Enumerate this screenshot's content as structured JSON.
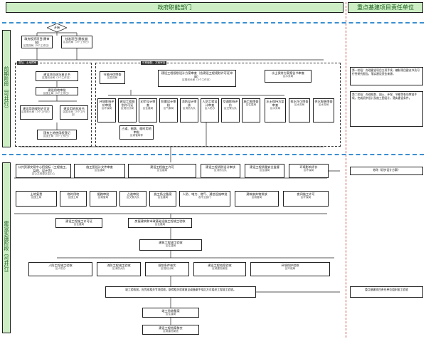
{
  "header": {
    "gov": "政府职能部门",
    "owner": "重点基建项目责任单位"
  },
  "phases": {
    "pre": "前期阶段（可并行）",
    "build": "建设实施阶段（可并行）"
  },
  "start": "开始",
  "top": {
    "b1": "政府投资项目(需审批)",
    "b1s": "区发改局（5个工作日）",
    "b2": "核准项目(需核准)",
    "b2s": "区发改局（3个工作日）"
  },
  "left_group": {
    "tag": "选址、土地预审",
    "b1": "建设项目选址意见书",
    "b1s": "区规划分局（3个工作日）",
    "b2": "建设用地审批",
    "b2s": "区国土局（5个工作日）",
    "b3": "建设用地规划许可证",
    "b3s": "区规划分局（3个工作日）",
    "b4": "建设用地批准书",
    "b4s": "区国土局（3个工作日）",
    "b5": "国有土地使用权登记",
    "b5s": "区国土局（5个工作日）"
  },
  "right_group": {
    "tag": "可研编制、方案审查",
    "b1": "节能评估审查",
    "b1s": "区发改局",
    "b2": "建设工程规划设计方案审查（含建设工程规划许可证申请）",
    "b2s": "区规划分局（5个工作日）",
    "b3": "水土保持方案报告书审查",
    "b3s": "区水务局",
    "c": [
      "环境影响评价审批",
      "建设工程规划许可证",
      "初步设计审查",
      "防雷设计审核",
      "消防设计审核",
      "人防工程设计审查",
      "交通影响评价",
      "施工图审查"
    ],
    "cs": [
      "区环保局",
      "区规划分局",
      "区住建局",
      "区气象局",
      "区消防大队",
      "区人防办",
      "区交警大队",
      "区住建局"
    ],
    "mid": "占道、掘路、临时用地审批",
    "mids": "区城管局等",
    "d": [
      "水土保持方案审查",
      "排水许可审查",
      "供水报装审查"
    ],
    "ds": [
      "区水务局",
      "区水务局",
      "区水务局"
    ]
  },
  "owner_notes": {
    "n1": "第一阶段：办理建设项目立项手续，编制项目建议书及可行性研究报告，落实建设资金来源。",
    "n2": "第二阶段：办理规划、国土、环保、节能等各项审批手续，完成初步设计及施工图设计，落实建设条件。"
  },
  "build": {
    "r1": [
      "公共资源交易中心招投标（工程施工、监理、设计等）",
      "施工图设计文件审查",
      "建设工程施工许可",
      "建设工程消防设计审核",
      "建设工程质量安全监督",
      "环境影响评价"
    ],
    "r1s": [
      "区公共资源交易中心",
      "区住建局",
      "区住建局",
      "区消防大队",
      "区住建局",
      "区环保局"
    ],
    "note1": "修改《初步设计方案》",
    "r2": [
      "土地复垦",
      "临时用地",
      "掘路审批",
      "占道审批",
      "施工扬尘备案",
      "人防、电力、燃气、通信设施审批",
      "建筑废弃物排放",
      "夜间施工许可"
    ],
    "r2s": [
      "区国土局",
      "区国土局",
      "区城管局",
      "区交警大队",
      "区住建局",
      "各专业部门",
      "区城管局",
      "区环保局"
    ],
    "m1": "建设工程施工许可证",
    "m1s": "区住建局",
    "m2": "房屋建筑和市政基础设施工程竣工验收",
    "m2s": "区住建局",
    "acc": "建筑工程竣工验收",
    "accs": "区住建局",
    "r3": [
      "人防工程竣工验收",
      "消防工程竣工验收",
      "规划条件核实",
      "建设工程档案验收",
      "环境保护验收"
    ],
    "r3s": [
      "区人防办",
      "区消防大队",
      "区规划分局",
      "区城建档案馆",
      "区环保局"
    ],
    "final_note": "竣工验收前，应完成相关专项验收，取得相关验收意见或备案手续后方可组织工程竣工验收。",
    "side_note": "重点基建项目责任单位组织竣工验收",
    "f1": "竣工验收备案",
    "f1s": "区住建局",
    "f2": "建设工程档案移交",
    "f2s": "区城建档案馆"
  }
}
